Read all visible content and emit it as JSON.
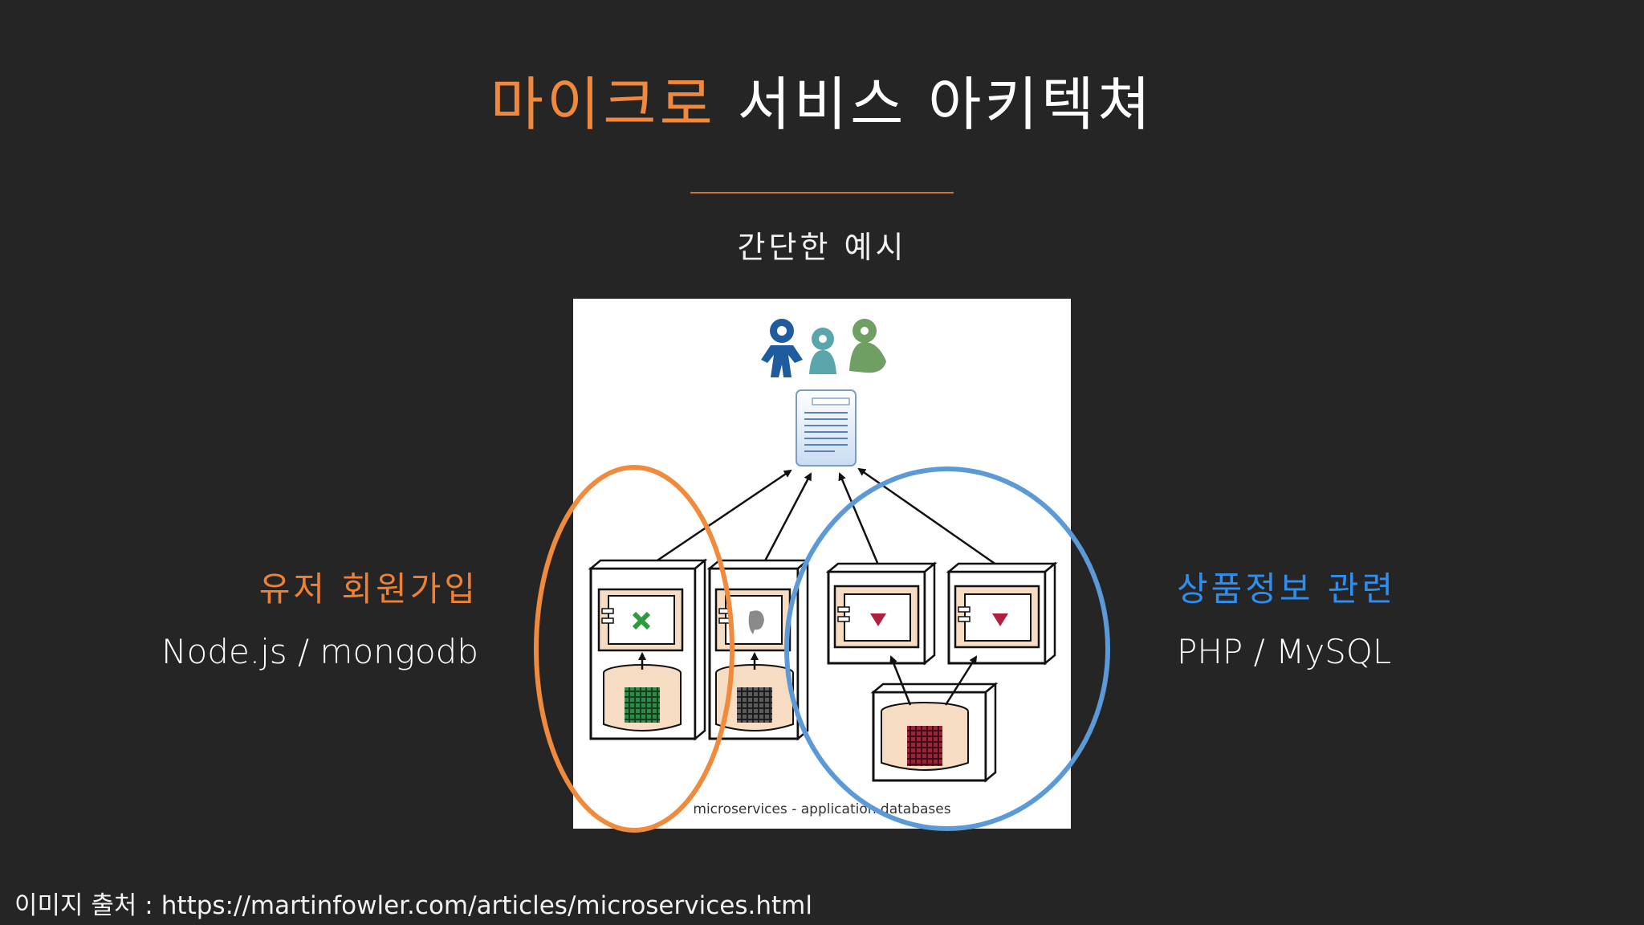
{
  "slide": {
    "title_accent": "마이크로",
    "title_rest": "서비스 아키텍쳐",
    "subtitle": "간단한 예시"
  },
  "left_group": {
    "heading": "유저 회원가입",
    "stack": "Node.js / mongodb",
    "color": "#ef8136"
  },
  "right_group": {
    "heading": "상품정보 관련",
    "stack": "PHP / MySQL",
    "color": "#2f8ff0"
  },
  "diagram": {
    "caption": "microservices - application databases"
  },
  "credit": {
    "label": "이미지 출처 :",
    "url": "https://martinfowler.com/articles/microservices.html"
  }
}
